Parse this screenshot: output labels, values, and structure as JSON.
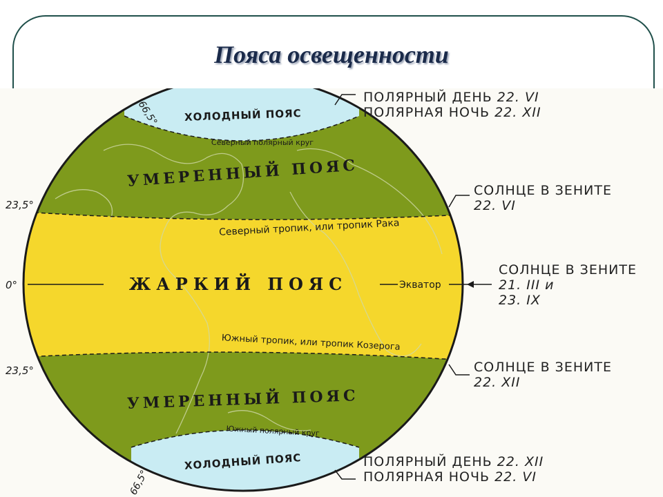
{
  "title": "Пояса освещенности",
  "zones": {
    "cold_north": "ХОЛОДНЫЙ ПОЯС",
    "temperate_north": "УМЕРЕННЫЙ ПОЯС",
    "hot": "ЖАРКИЙ ПОЯС",
    "temperate_south": "УМЕРЕННЫЙ ПОЯС",
    "cold_south": "ХОЛОДНЫЙ ПОЯС"
  },
  "lines": {
    "arctic_circle": "Северный полярный круг",
    "tropic_cancer": "Северный тропик, или тропик Рака",
    "equator": "Экватор",
    "tropic_capricorn": "Южный тропик, или тропик Козерога",
    "antarctic_circle": "Южный полярный круг"
  },
  "degrees": {
    "north_665": "66,5°",
    "north_235": "23,5°",
    "equator_0": "0°",
    "south_235": "23,5°",
    "south_665": "66,5°"
  },
  "right_labels": {
    "north_polar": {
      "line1": "ПОЛЯРНЫЙ ДЕНЬ",
      "date1": "22. VI",
      "line2": "ПОЛЯРНАЯ НОЧЬ",
      "date2": "22. XII"
    },
    "tropic_north": {
      "line1": "СОЛНЦЕ В ЗЕНИТЕ",
      "date": "22. VI"
    },
    "equator": {
      "line1": "СОЛНЦЕ В ЗЕНИТЕ",
      "date1": "21. III и",
      "date2": "23. IX"
    },
    "tropic_south": {
      "line1": "СОЛНЦЕ В ЗЕНИТЕ",
      "date": "22. XII"
    },
    "south_polar": {
      "line1": "ПОЛЯРНЫЙ ДЕНЬ",
      "date1": "22. XII",
      "line2": "ПОЛЯРНАЯ НОЧЬ",
      "date2": "22. VI"
    }
  },
  "colors": {
    "cold": "#c9ecf3",
    "temperate": "#7e9a1c",
    "hot": "#f5d72c",
    "outline": "#1a1a1a"
  }
}
